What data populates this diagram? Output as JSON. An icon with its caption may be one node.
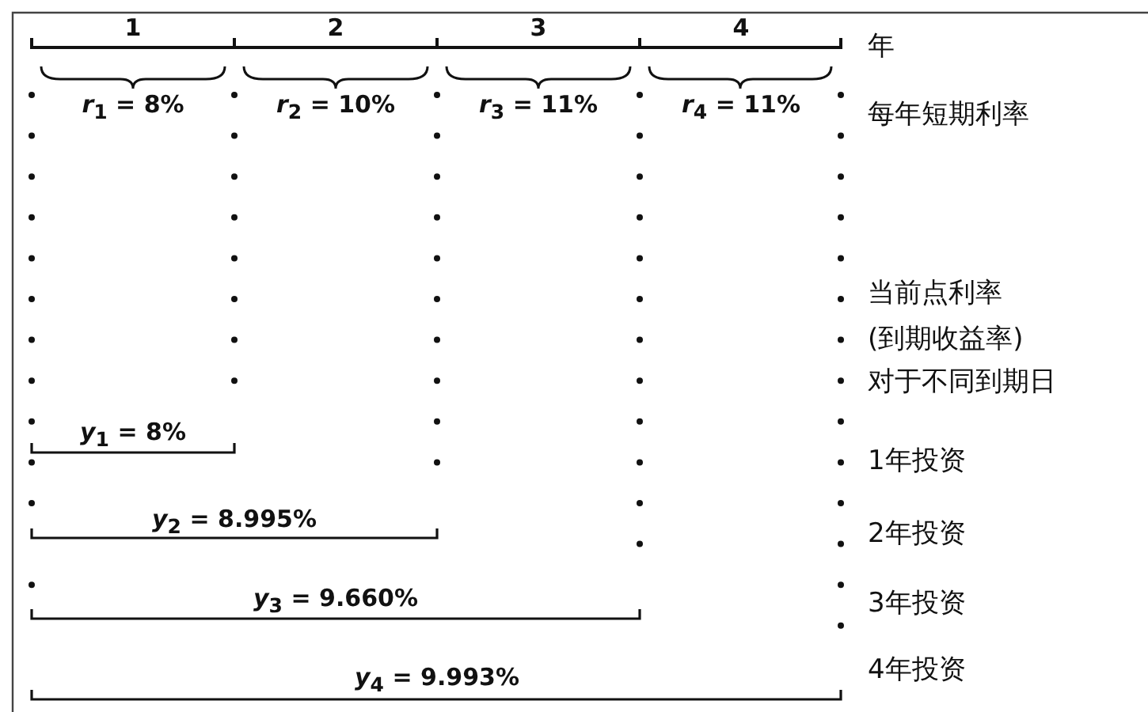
{
  "diagram": {
    "labels": [
      "1",
      "2",
      "3",
      "4",
      "年",
      "*r*$_{1}$ = 8%",
      "*r*$_{2}$ = 10%",
      "*r*$_{3}$ = 11%",
      "*r*$_{4}$ = 11%",
      "每年短期利率",
      "当前点利率",
      "(到期收益率)",
      "对于不同到期日",
      "*y*$_{1}$ = 8%",
      "1年投资",
      "*y*$_{2}$ = 8.995%",
      "2年投资",
      "*y*$_{3}$ = 9.660%",
      "3年投资",
      "*y*$_{4}$ = 9.993%",
      "4年投资"
    ]
  }
}
